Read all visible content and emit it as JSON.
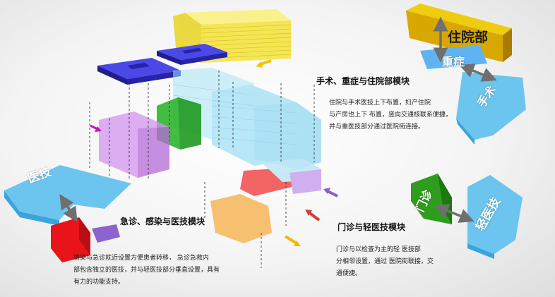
{
  "modules": {
    "surgery": {
      "title": "手术、重症与住院部模块",
      "lines": [
        "住院与手术医技上下布置，妇产住院",
        "与产房也上下 布置，竖向交通核联系便捷，",
        "并与重医技部分通过医院街连接。"
      ]
    },
    "emergency": {
      "title": "急诊、感染与医技模块",
      "lines": [
        "感染与急诊就近设置方便患者转移， 急诊急救内",
        "部包含独立的医技，并与轻医技部分垂直设置，具有",
        "有力的功能支持。"
      ]
    },
    "outpatient": {
      "title": "门诊与轻医技模块",
      "lines": [
        "门诊与以检查为主的轻 医技部",
        "分相邻设置，通过 医院街联接，交",
        "通便捷。"
      ]
    }
  },
  "block_labels": {
    "inpatient": "住院部",
    "icu": "重症",
    "surgery": "手术",
    "medtech": "医技",
    "clinic": "门诊",
    "light_medtech": "轻医技"
  },
  "colors": {
    "yellow": "#f5e33a",
    "blue": "#3a37d6",
    "cyan": "#7fd6f2",
    "violet": "#d394ef",
    "green": "#22b322",
    "red": "#f24a4a",
    "orange": "#f7b75a",
    "light_blue": "#5fb3f2",
    "gold": "#d9a800",
    "dark_green": "#2f9d1c",
    "red_solid": "#e8141a",
    "purple_solid": "#8c63cf",
    "arrow_gray": "#6f6f6f",
    "arrow_yellow": "#f5c400",
    "arrow_magenta": "#c614b4",
    "arrow_red": "#d83a3a",
    "arrow_purple": "#8a5fcf",
    "arrow_orange": "#f5b800"
  },
  "icons": [
    "double-arrow-icon",
    "direction-arrow-icon"
  ]
}
